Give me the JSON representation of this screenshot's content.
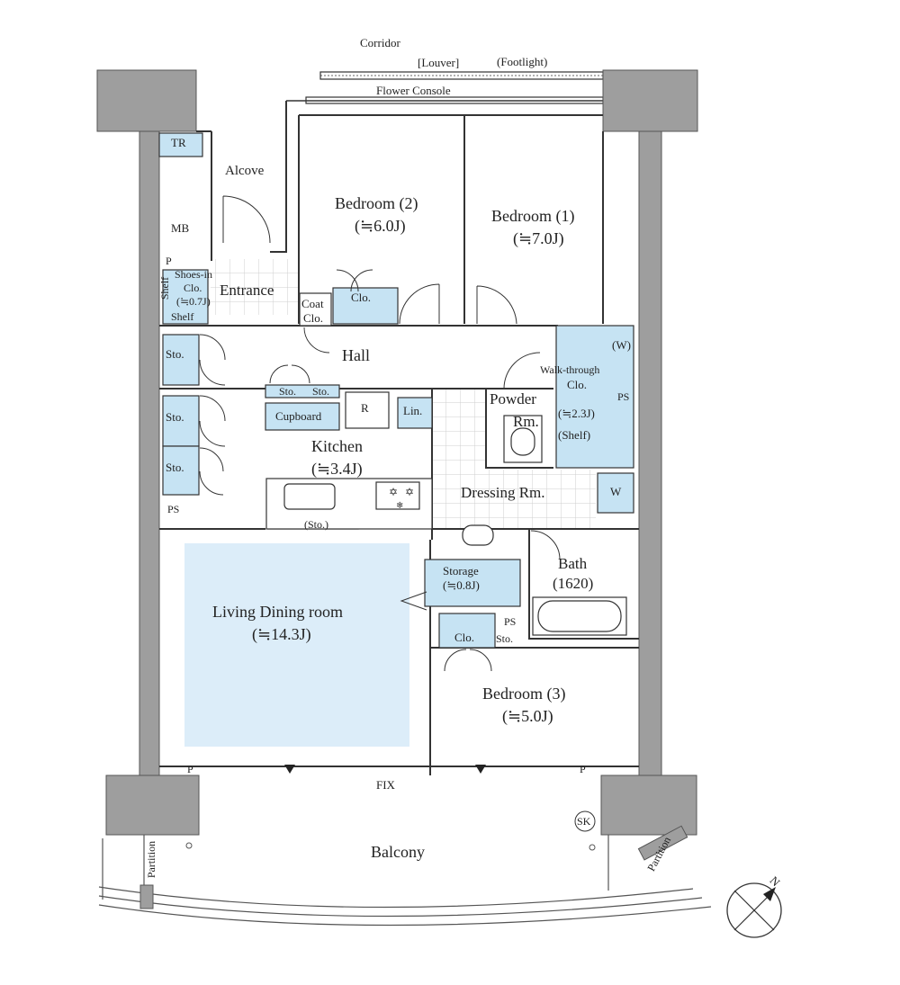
{
  "labels": {
    "corridor": "Corridor",
    "louver": "[Louver]",
    "footlight": "(Footlight)",
    "flower_console": "Flower Console",
    "tr": "TR",
    "alcove": "Alcove",
    "mb": "MB",
    "p_top": "P",
    "shelf_v": "Shelf",
    "shoes_in": "Shoes-in",
    "shoes_clo": "Clo.",
    "shoes_area": "(≒0.7J)",
    "shelf_h": "Shelf",
    "entrance": "Entrance",
    "coat": "Coat",
    "coat_clo": "Clo.",
    "clo_bed2": "Clo.",
    "bedroom2": "Bedroom (2)",
    "bedroom2_area": "(≒6.0J)",
    "bedroom1": "Bedroom (1)",
    "bedroom1_area": "(≒7.0J)",
    "sto_1": "Sto.",
    "hall": "Hall",
    "w_walk": "(W)",
    "walk_through": "Walk-through",
    "walk_clo": "Clo.",
    "walk_area": "(≒2.3J)",
    "walk_shelf": "(Shelf)",
    "ps_walk": "PS",
    "sto_small1": "Sto.",
    "sto_small2": "Sto.",
    "r": "R",
    "cupboard": "Cupboard",
    "lin": "Lin.",
    "powder": "Powder",
    "powder_rm": "Rm.",
    "sto_2": "Sto.",
    "sto_3": "Sto.",
    "kitchen": "Kitchen",
    "kitchen_area": "(≒3.4J)",
    "dressing": "Dressing Rm.",
    "w_dress": "W",
    "ps_left": "PS",
    "kitchen_sto": "(Sto.)",
    "storage": "Storage",
    "storage_area": "(≒0.8J)",
    "bath": "Bath",
    "bath_size": "(1620)",
    "living": "Living Dining room",
    "living_area": "(≒14.3J)",
    "ps_bed3": "PS",
    "clo_bed3": "Clo.",
    "sto_bed3": "Sto.",
    "bedroom3": "Bedroom (3)",
    "bedroom3_area": "(≒5.0J)",
    "p_left": "P",
    "p_right": "P",
    "fix": "FIX",
    "sk": "SK",
    "balcony": "Balcony",
    "partition_left": "Partition",
    "partition_right": "Partition",
    "north": "N"
  },
  "colors": {
    "wall": "#9e9e9e",
    "storage_fill": "#c6e3f3",
    "living_fill": "#dcedf9",
    "line": "#333333",
    "tile": "#c8c8c8"
  }
}
